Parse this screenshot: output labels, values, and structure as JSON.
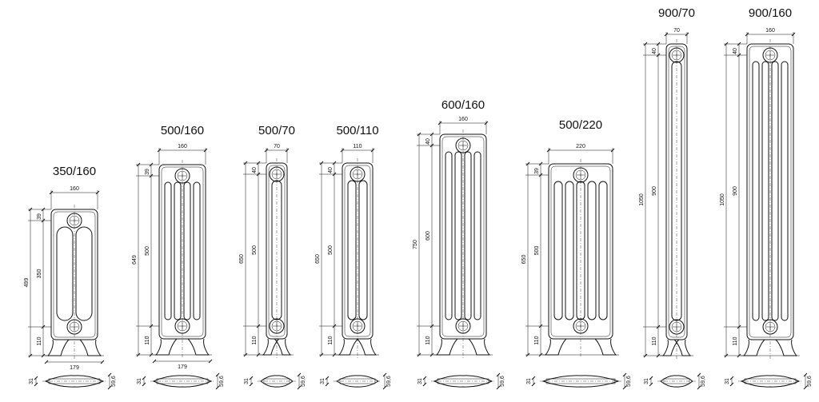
{
  "radiators": [
    {
      "model": "350/160",
      "width": "160",
      "total_height": "499",
      "axis": "350",
      "top": "39",
      "bottom": "110",
      "leg_span": "179",
      "depth_min": "31",
      "depth_max": "59,6"
    },
    {
      "model": "500/160",
      "width": "160",
      "total_height": "649",
      "axis": "500",
      "top": "39",
      "bottom": "110",
      "leg_span": "179",
      "depth_min": "31",
      "depth_max": "59,6"
    },
    {
      "model": "500/70",
      "width": "70",
      "total_height": "650",
      "axis": "500",
      "top": "40",
      "bottom": "110",
      "leg_span": "",
      "depth_min": "31",
      "depth_max": "59,6"
    },
    {
      "model": "500/110",
      "width": "110",
      "total_height": "650",
      "axis": "500",
      "top": "40",
      "bottom": "110",
      "leg_span": "",
      "depth_min": "31",
      "depth_max": "59,6"
    },
    {
      "model": "600/160",
      "width": "160",
      "total_height": "750",
      "axis": "600",
      "top": "40",
      "bottom": "110",
      "leg_span": "",
      "depth_min": "31",
      "depth_max": "59,6"
    },
    {
      "model": "500/220",
      "width": "220",
      "total_height": "650",
      "axis": "500",
      "top": "39",
      "bottom": "110",
      "leg_span": "",
      "depth_min": "31",
      "depth_max": "59,6"
    },
    {
      "model": "900/70",
      "width": "70",
      "total_height": "1050",
      "axis": "900",
      "top": "40",
      "bottom": "110",
      "leg_span": "",
      "depth_min": "31",
      "depth_max": "59,6"
    },
    {
      "model": "900/160",
      "width": "160",
      "total_height": "1050",
      "axis": "900",
      "top": "40",
      "bottom": "110",
      "leg_span": "",
      "depth_min": "31",
      "depth_max": "59,6"
    }
  ]
}
